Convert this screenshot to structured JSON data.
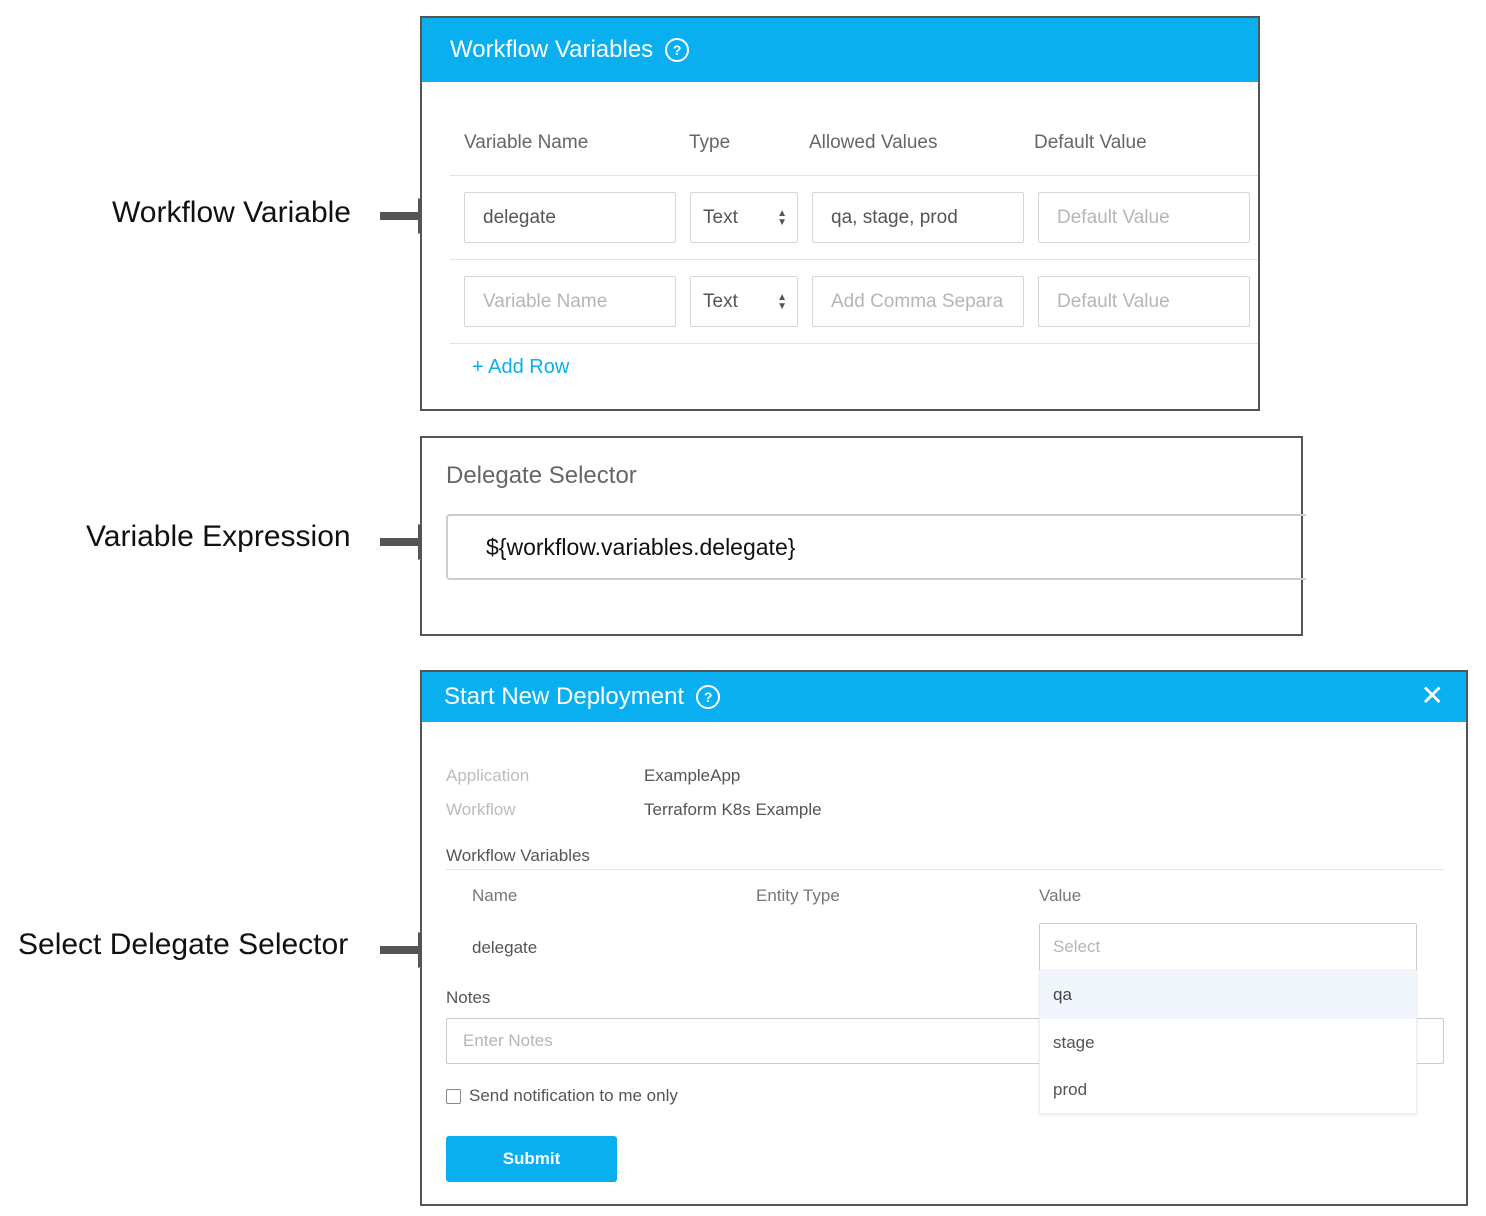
{
  "callouts": {
    "workflow_variable": "Workflow Variable",
    "variable_expression": "Variable Expression",
    "select_delegate_selector": "Select Delegate Selector"
  },
  "workflow_variables_panel": {
    "title": "Workflow Variables",
    "help_icon": "question-circle-icon",
    "columns": [
      "Variable Name",
      "Type",
      "Allowed Values",
      "Default Value"
    ],
    "rows": [
      {
        "name_value": "delegate",
        "name_placeholder": "",
        "type": "Text",
        "allowed_value": "qa, stage, prod",
        "allowed_placeholder": "",
        "default_placeholder": "Default Value"
      },
      {
        "name_value": "",
        "name_placeholder": "Variable Name",
        "type": "Text",
        "allowed_value": "",
        "allowed_placeholder": "Add Comma Separa",
        "default_placeholder": "Default Value"
      }
    ],
    "add_row_label": "+ Add Row"
  },
  "delegate_selector_panel": {
    "title": "Delegate Selector",
    "expression": "${workflow.variables.delegate}"
  },
  "deployment_panel": {
    "title": "Start New Deployment",
    "help_icon": "question-circle-icon",
    "close_icon": "close-icon",
    "application_label": "Application",
    "application_value": "ExampleApp",
    "workflow_label": "Workflow",
    "workflow_value": "Terraform K8s Example",
    "section_title": "Workflow Variables",
    "columns": {
      "name": "Name",
      "entity_type": "Entity Type",
      "value": "Value"
    },
    "variable_name": "delegate",
    "select_placeholder": "Select",
    "options": [
      "qa",
      "stage",
      "prod"
    ],
    "notes_label": "Notes",
    "notes_placeholder": "Enter Notes",
    "notify_label": "Send notification to me only",
    "submit_label": "Submit"
  },
  "colors": {
    "header_blue": "#0aaff0",
    "link_blue": "#0aaff0",
    "arrow_gray": "#555555"
  }
}
